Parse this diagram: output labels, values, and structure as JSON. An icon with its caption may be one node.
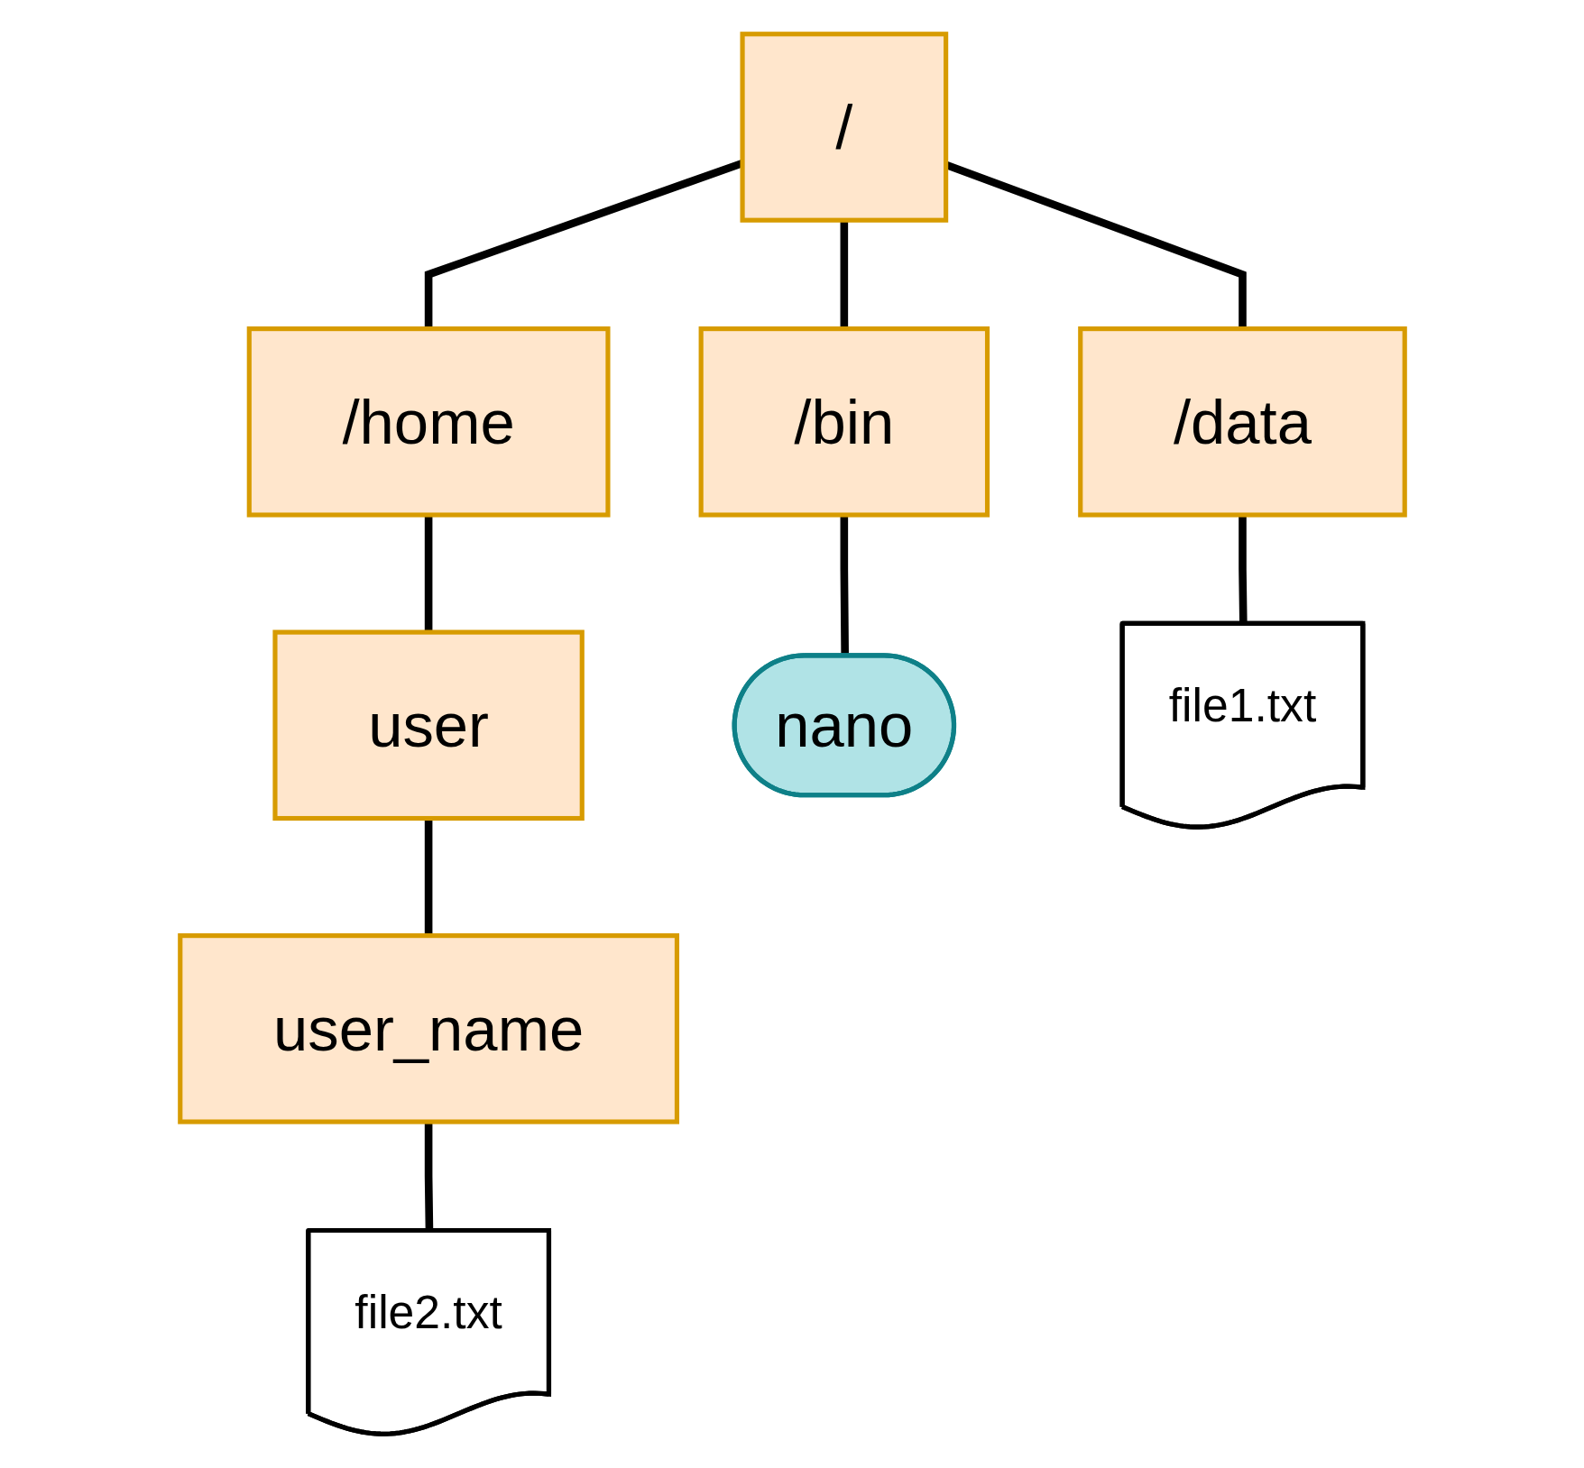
{
  "diagram": {
    "nodes": [
      {
        "text": [
          "/"
        ]
      },
      {
        "text": [
          "/home"
        ]
      },
      {
        "text": [
          "/bin"
        ]
      },
      {
        "text": [
          "/data"
        ]
      },
      {
        "text": [
          "user"
        ]
      },
      {
        "text": [
          "nano"
        ]
      },
      {
        "text": [
          "file1.txt"
        ]
      },
      {
        "text": [
          "user_name"
        ]
      },
      {
        "text": [
          "file2.txt"
        ]
      }
    ],
    "edges": [
      {
        "from": 0,
        "to": 1,
        "arrow": "none"
      },
      {
        "from": 0,
        "to": 2,
        "arrow": "none"
      },
      {
        "from": 0,
        "to": 3,
        "arrow": "none"
      },
      {
        "from": 1,
        "to": 4,
        "arrow": "none"
      },
      {
        "from": 2,
        "to": 5,
        "arrow": "none"
      },
      {
        "from": 3,
        "to": 6,
        "arrow": "none"
      },
      {
        "from": 4,
        "to": 7,
        "arrow": "none"
      },
      {
        "from": 7,
        "to": 8,
        "arrow": "none"
      }
    ]
  }
}
